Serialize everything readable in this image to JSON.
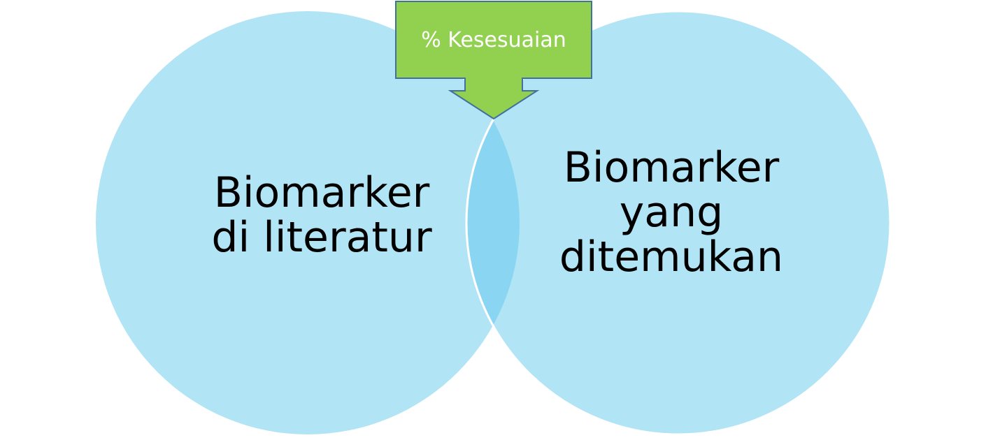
{
  "venn": {
    "left_set": {
      "label_lines": [
        "Biomarker",
        "di literatur"
      ]
    },
    "right_set": {
      "label_lines": [
        "Biomarker",
        "yang",
        "ditemukan"
      ]
    },
    "callout": {
      "label": "% Kesesuaian"
    }
  },
  "colors": {
    "circle_fill": "#b1e4f5",
    "intersection_fill": "#8ad6f2",
    "circle_outline": "#ffffff",
    "callout_fill": "#92d050",
    "callout_border": "#41719c",
    "callout_text": "#ffffff",
    "label_text": "#000000"
  }
}
